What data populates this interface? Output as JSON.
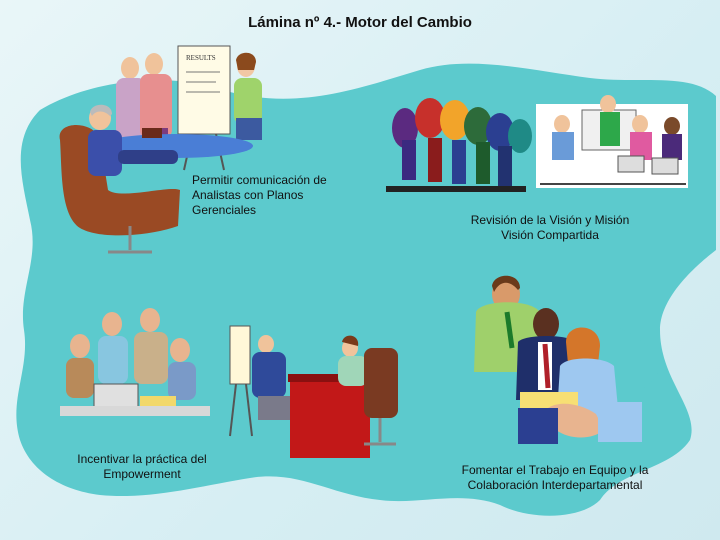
{
  "slide": {
    "title": "Lámina nº 4.- Motor del Cambio",
    "captions": {
      "top_left": [
        "Permitir comunicación de",
        "Analistas con Planos",
        "Gerenciales"
      ],
      "top_right": [
        "Revisión de la Visión y Misión",
        "Visión Compartida"
      ],
      "bottom_left": [
        "Incentivar la práctica del",
        "Empowerment"
      ],
      "bottom_right": [
        "Fomentar el Trabajo en Equipo y la",
        "Colaboración Interdepartamental"
      ]
    },
    "flipchart_text": "RESULTS",
    "colors": {
      "blob": "#5cc8cc",
      "background": "#e4f4f7"
    }
  }
}
